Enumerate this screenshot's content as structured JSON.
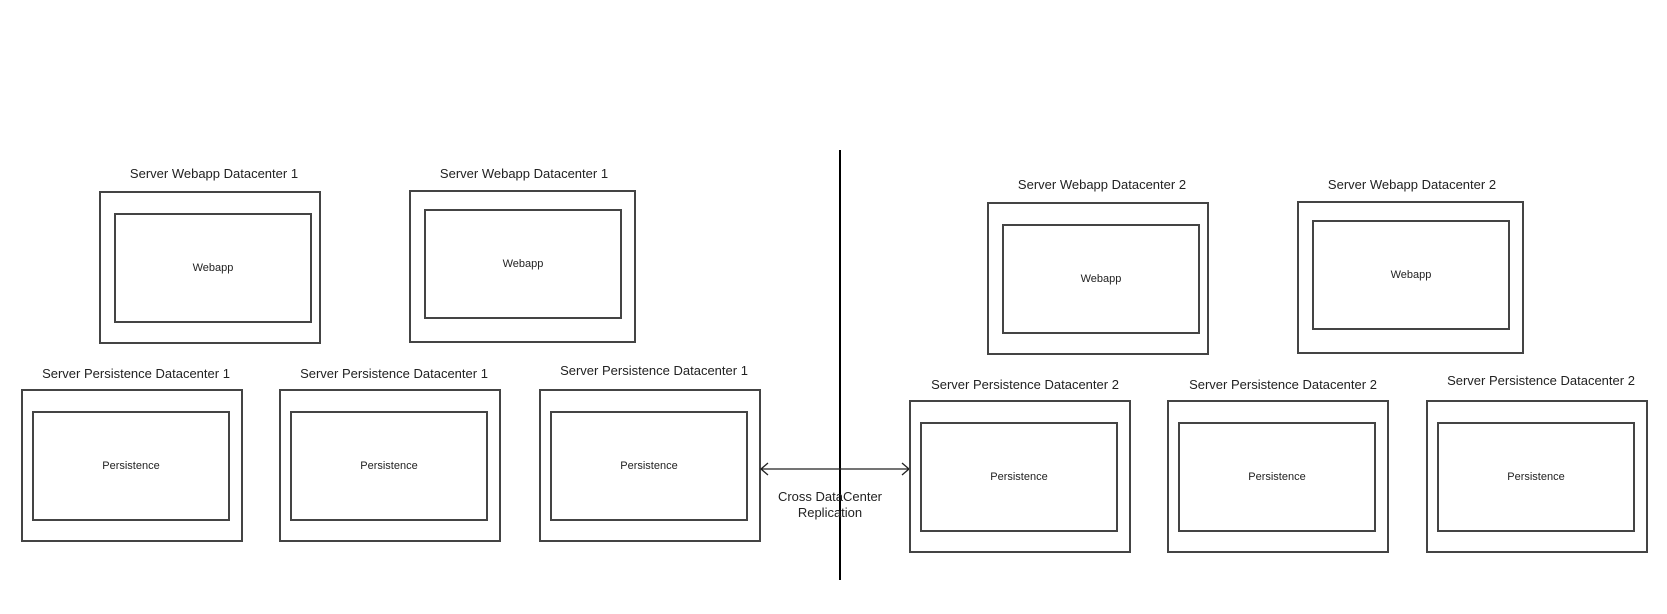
{
  "diagram": {
    "datacenter1": {
      "webapps": [
        {
          "server_label": "Server Webapp Datacenter 1",
          "component_label": "Webapp"
        },
        {
          "server_label": "Server Webapp Datacenter 1",
          "component_label": "Webapp"
        }
      ],
      "persistence": [
        {
          "server_label": "Server Persistence Datacenter 1",
          "component_label": "Persistence"
        },
        {
          "server_label": "Server Persistence Datacenter 1",
          "component_label": "Persistence"
        },
        {
          "server_label": "Server Persistence Datacenter 1",
          "component_label": "Persistence"
        }
      ]
    },
    "datacenter2": {
      "webapps": [
        {
          "server_label": "Server Webapp Datacenter 2",
          "component_label": "Webapp"
        },
        {
          "server_label": "Server Webapp Datacenter 2",
          "component_label": "Webapp"
        }
      ],
      "persistence": [
        {
          "server_label": "Server Persistence Datacenter 2",
          "component_label": "Persistence"
        },
        {
          "server_label": "Server Persistence Datacenter 2",
          "component_label": "Persistence"
        },
        {
          "server_label": "Server Persistence Datacenter 2",
          "component_label": "Persistence"
        }
      ]
    },
    "replication": {
      "label_line1": "Cross DataCenter",
      "label_line2": "Replication"
    },
    "colors": {
      "stroke": "#444444",
      "divider": "#000000",
      "text": "#222222"
    }
  }
}
